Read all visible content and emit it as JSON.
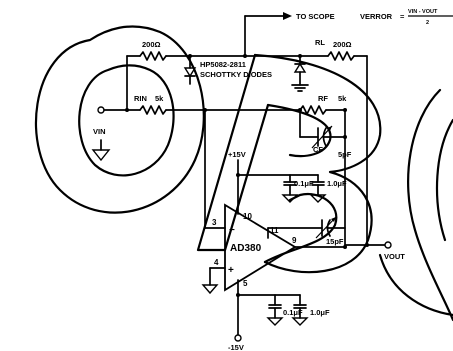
{
  "labels": {
    "to_scope": "TO SCOPE",
    "verror": "VERROR",
    "verror_eq": "=",
    "verror_num": "VIN - VOUT",
    "verror_den": "2",
    "r_top": "200Ω",
    "rl_name": "RL",
    "rl_value": "200Ω",
    "diodes_part": "HP5082-2811",
    "diodes_desc": "SCHOTTKY DIODES",
    "rin_name": "RIN",
    "rin_value": "5k",
    "vin": "VIN",
    "rf_name": "RF",
    "rf_value": "5k",
    "cf_name": "CF",
    "cf_value": "5pF",
    "pos_supply": "+15V",
    "neg_supply": "-15V",
    "cap_top_1": "0.1μF",
    "cap_top_2": "1.0μF",
    "cap_bot_1": "0.1μF",
    "cap_bot_2": "1.0μF",
    "cap_comp": "15pF",
    "opamp": "AD380",
    "vout": "VOUT",
    "pin_10": "10",
    "pin_11": "11",
    "pin_3": "3",
    "pin_4": "4",
    "pin_9": "9",
    "pin_5": "5",
    "sign_minus": "−",
    "sign_plus": "+"
  }
}
